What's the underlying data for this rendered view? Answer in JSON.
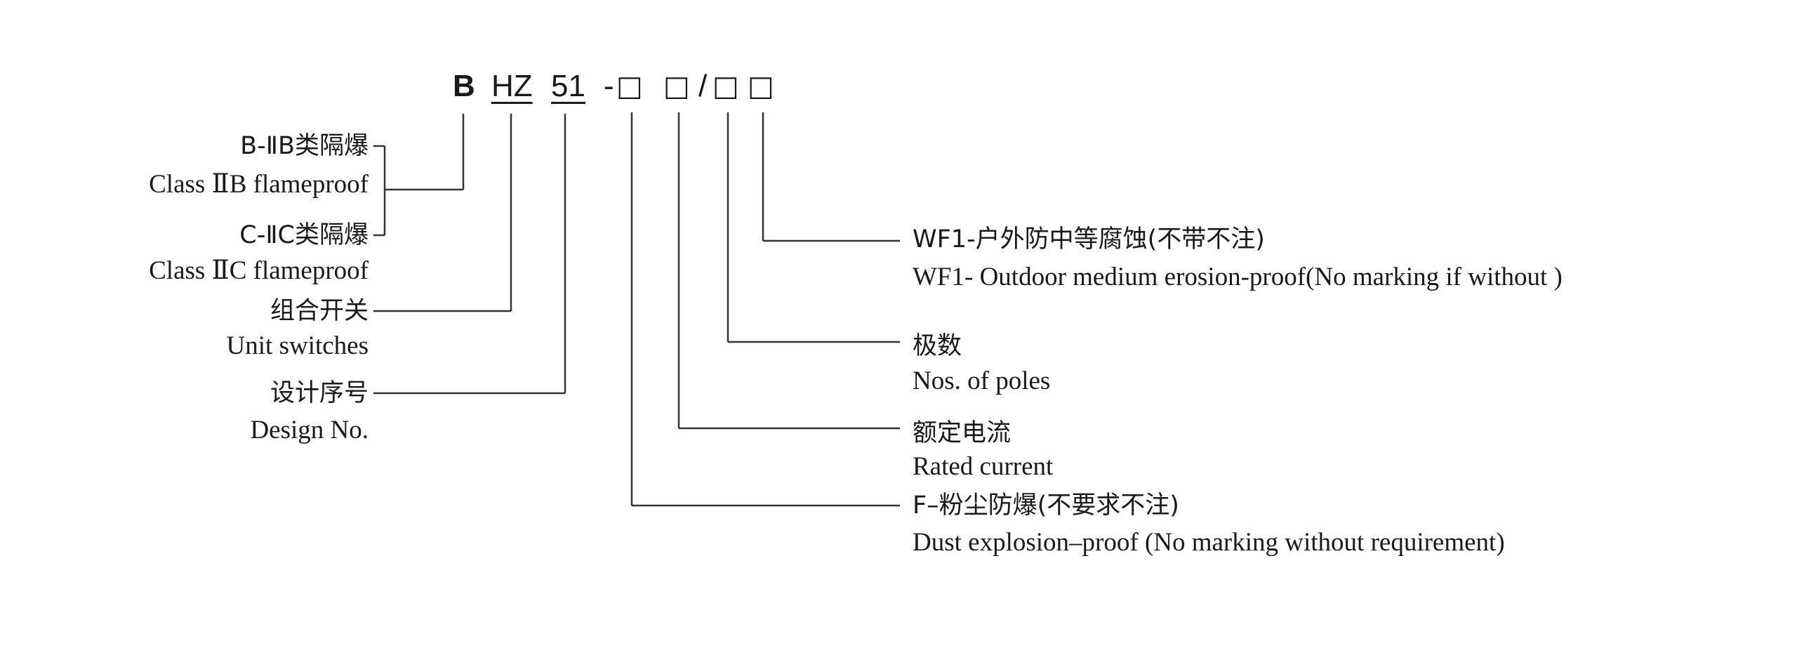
{
  "code": {
    "prefix": "B",
    "series": "HZ",
    "design": "51",
    "dash": "-",
    "box_dust": "□",
    "box_current": "□",
    "slash": "/",
    "box_poles": "□",
    "box_corrosion": "□"
  },
  "left_labels": {
    "class_b_zh": "B-ⅡB类隔爆",
    "class_b_en": "Class ⅡB flameproof",
    "class_c_zh": "C-ⅡC类隔爆",
    "class_c_en": "Class ⅡC flameproof",
    "unit_zh": "组合开关",
    "unit_en": "Unit switches",
    "design_zh": "设计序号",
    "design_en": "Design No."
  },
  "right_labels": {
    "corrosion_zh": "WF1-户外防中等腐蚀(不带不注)",
    "corrosion_en": "WF1- Outdoor medium erosion-proof(No marking  if without )",
    "poles_zh": "极数",
    "poles_en": "Nos. of poles",
    "current_zh": "额定电流",
    "current_en": "Rated current",
    "dust_zh": "F–粉尘防爆(不要求不注)",
    "dust_en": "Dust explosion–proof (No marking without requirement)"
  }
}
